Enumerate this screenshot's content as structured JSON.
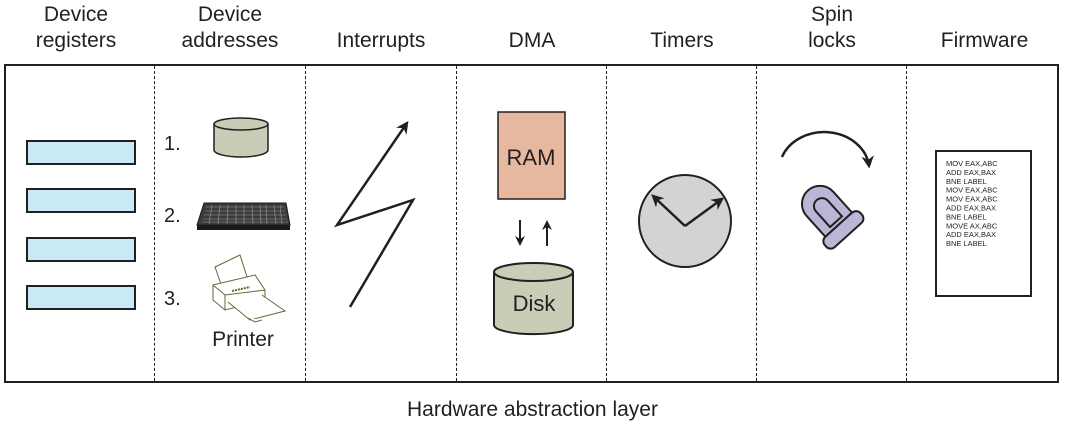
{
  "columns": [
    {
      "title_line1": "Device",
      "title_line2": "registers"
    },
    {
      "title_line1": "Device",
      "title_line2": "addresses"
    },
    {
      "title_line1": "",
      "title_line2": "Interrupts"
    },
    {
      "title_line1": "",
      "title_line2": "DMA"
    },
    {
      "title_line1": "",
      "title_line2": "Timers"
    },
    {
      "title_line1": "Spin",
      "title_line2": "locks"
    },
    {
      "title_line1": "",
      "title_line2": "Firmware"
    }
  ],
  "device_addresses": {
    "items": [
      {
        "number": "1.",
        "icon": "disk-drive-icon"
      },
      {
        "number": "2.",
        "icon": "keyboard-icon"
      },
      {
        "number": "3.",
        "icon": "printer-icon"
      }
    ],
    "printer_label": "Printer"
  },
  "dma": {
    "ram_label": "RAM",
    "disk_label": "Disk"
  },
  "firmware": {
    "code_lines": [
      "MOV EAX,ABC",
      "ADD EAX,BAX",
      "BNE LABEL",
      "MOV EAX,ABC",
      "MOV EAX,ABC",
      "ADD EAX,BAX",
      "BNE LABEL",
      "MOVE AX,ABC",
      "ADD EAX,BAX",
      "BNE LABEL"
    ]
  },
  "colors": {
    "register_fill": "#c9e9f7",
    "disk_fill": "#c8cdb5",
    "ram_fill": "#e7b8a0",
    "clock_fill": "#d1d3d4",
    "lock_fill": "#bcb6d6",
    "outline": "#231f20"
  },
  "caption": "Hardware abstraction layer"
}
